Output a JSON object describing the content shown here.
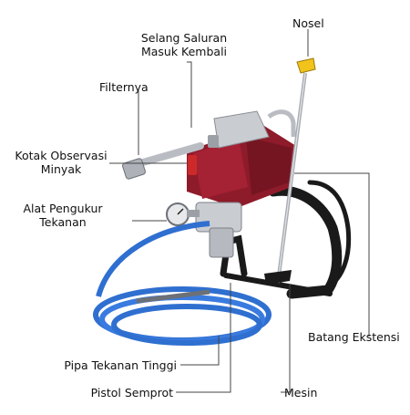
{
  "labels": {
    "return_hose_line1": "Selang Saluran",
    "return_hose_line2": "Masuk Kembali",
    "nozzle": "Nosel",
    "filter": "Filternya",
    "oil_window_line1": "Kotak Observasi",
    "oil_window_line2": "Minyak",
    "gauge_line1": "Alat Pengukur",
    "gauge_line2": "Tekanan",
    "extension_rod": "Batang Ekstensi",
    "high_pressure_hose": "Pipa Tekanan Tinggi",
    "spray_gun": "Pistol Semprot",
    "motor": "Mesin"
  },
  "colors": {
    "body_red": "#8e1b2a",
    "hose_blue": "#2f6fd0",
    "metal": "#c9ccd1",
    "frame_black": "#1a1a1a",
    "nozzle_yellow": "#f2c31a",
    "leader_line": "#444444"
  }
}
